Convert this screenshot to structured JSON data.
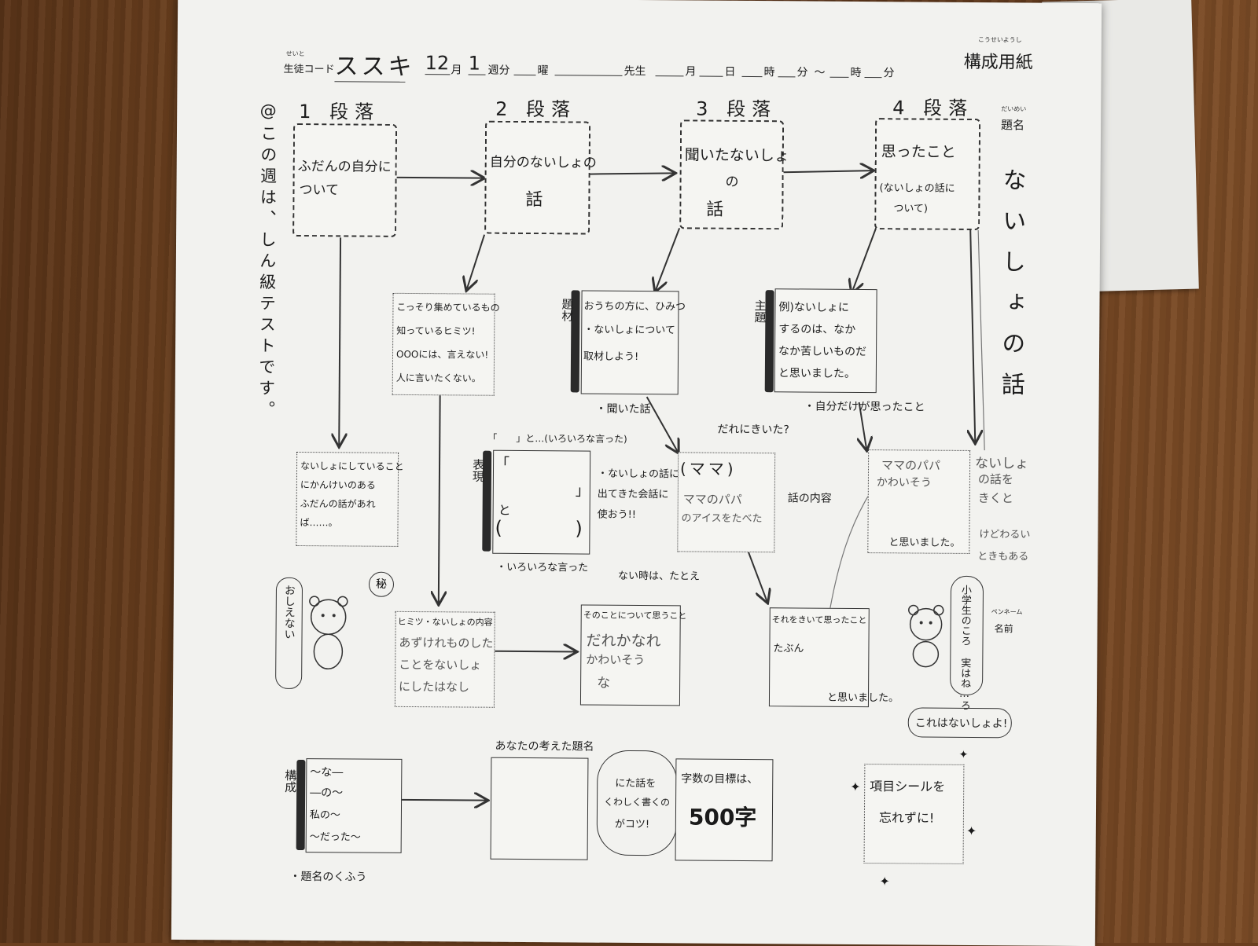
{
  "header": {
    "student_code_label": "生徒コード",
    "student_code_ruby": "せいと",
    "student_code_value": "ススキ",
    "month_value": "12",
    "month_label": "月",
    "week_value": "1",
    "week_label": "週分",
    "day_label": "曜",
    "teacher_label": "先生",
    "date_month_label": "月",
    "date_day_label": "日",
    "hour_label": "時",
    "minute_label": "分",
    "tilde": "～",
    "hour2_label": "時",
    "minute2_label": "分",
    "sheet_title": "構成用紙",
    "sheet_title_ruby": "こうせいようし"
  },
  "left_note": "@この週は、しん級テストです。",
  "paragraphs": [
    {
      "label": "1 段落",
      "text_lines": [
        "ふだんの自分に",
        "ついて"
      ]
    },
    {
      "label": "2 段落",
      "text_lines": [
        "自分のないしょの",
        "話"
      ]
    },
    {
      "label": "3 段落",
      "text_lines": [
        "聞いたないしょ",
        "の",
        "話"
      ]
    },
    {
      "label": "4 段落",
      "text_lines": [
        "思ったこと",
        "(ないしょの話に",
        "ついて)"
      ]
    }
  ],
  "title_side": {
    "label": "題名",
    "label_ruby": "だいめい",
    "value": "ないしょの話"
  },
  "p1_sub": [
    "ないしょにしていること",
    "にかんけいのある",
    "ふだんの話があれ",
    "ば……。"
  ],
  "p2_sub": [
    "こっそり集めているもの",
    "知っているヒミツ!",
    "OOOには、言えない!",
    "人に言いたくない。"
  ],
  "p3_sub": {
    "bar_label": "題材",
    "lines": [
      "おうちの方に、ひみつ",
      "・ないしょについて",
      "取材しよう!"
    ],
    "note": "・聞いた話"
  },
  "p4_sub": {
    "bar_label": "主題",
    "lines": [
      "例)ないしょに",
      "するのは、なか",
      "なか苦しいものだ",
      "と思いました。"
    ],
    "note": "・自分だけが思ったこと"
  },
  "expression": {
    "bar_label": "表現",
    "top_note": "「　　」と…(いろいろな言った)",
    "bracket_open": "「",
    "bracket_close": "」",
    "to": "と",
    "paren_open": "(",
    "paren_close": ")",
    "side_lines": [
      "・ないしょの話に",
      "出てきた会話に",
      "使おう!!"
    ],
    "bottom_note": "・いろいろな言った",
    "bottom_note2": "ない時は、たとえ"
  },
  "who": {
    "question": "だれにきいた?",
    "answer": "(ママ)",
    "content_lines": [
      "ママのパパ",
      "のアイスをたべた"
    ],
    "content_label": "話の内容"
  },
  "p4_box": {
    "lines": [
      "ママのパパ",
      "かわいそう"
    ],
    "ending": "と思いました。"
  },
  "far_right_pencil": [
    "ないしょ",
    "の話を",
    "きくと",
    "けどわるい",
    "ときもある"
  ],
  "bottom_row": {
    "secret_label": "ヒミツ・ないしょの内容",
    "secret_lines": [
      "あずけれものした",
      "ことをないしょ",
      "にしたはなし"
    ],
    "about_label": "そのことについて思うこと",
    "about_lines": [
      "だれかなれ",
      "かわいそう",
      "な"
    ],
    "heard_label": "それをきいて思ったこと",
    "heard_value": "たぶん",
    "heard_ending": "と思いました。"
  },
  "bear_left_bubble": "おしえない",
  "bear_left_badge": "秘",
  "bear_right_bubble": "小学生のころ 実はね…ろ",
  "pen_name_label": "ペンネーム",
  "name_label": "名前",
  "naisho_bubble": "これはないしょよ!",
  "composition": {
    "bar_label": "構成",
    "lines": [
      "～な―",
      "―の～",
      "私の～",
      "～だった～"
    ],
    "note": "・題名のくふう"
  },
  "your_title_label": "あなたの考えた題名",
  "tip_bubble": [
    "にた話を",
    "くわしく書くの",
    "がコツ!"
  ],
  "target": {
    "label": "字数の目標は、",
    "value": "500字"
  },
  "reminder": [
    "項目シールを",
    "忘れずに!"
  ]
}
